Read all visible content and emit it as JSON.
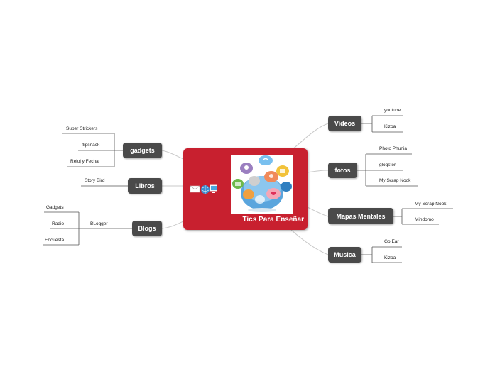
{
  "central": {
    "title": "Tics Para Enseñar"
  },
  "icons": {
    "center_icons": [
      "mail-icon",
      "globe-icon",
      "computer-icon"
    ],
    "illustration": "social-media-bubbles-icon"
  },
  "colors": {
    "central_fill": "#c8202f",
    "node_fill": "#4a4a4a",
    "node_text": "#ffffff",
    "connector": "#c9c9c9",
    "leaf_line": "#555555"
  },
  "branches": [
    {
      "label": "Videos",
      "leaves": [
        "youtube",
        "Kizoa"
      ]
    },
    {
      "label": "fotos",
      "leaves": [
        "Photo Phunia",
        "glogster",
        "My Scrap Nook"
      ]
    },
    {
      "label": "Mapas Mentales",
      "leaves": [
        "My Scrap Nook",
        "Mindomo"
      ]
    },
    {
      "label": "Musica",
      "leaves": [
        "Go Ear",
        "Kizoa"
      ]
    },
    {
      "label": "gadgets",
      "leaves": [
        "Super Strickers",
        "flipsnack",
        "Reloj y Fecha"
      ]
    },
    {
      "label": "Libros",
      "leaves": [
        "Story Bird"
      ]
    },
    {
      "label": "Blogs",
      "leaves": [
        "BLogger"
      ],
      "subleaves": [
        "Gadgets",
        "Radio",
        "Encuesta"
      ]
    }
  ]
}
